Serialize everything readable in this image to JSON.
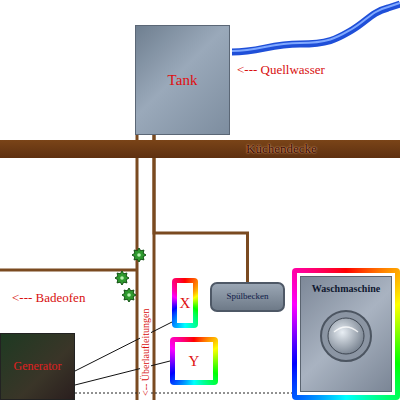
{
  "diagram": {
    "nodes": [
      {
        "text": [
          "Tank"
        ]
      },
      {
        "text": [
          "Küchendecke"
        ]
      },
      {
        "text": [
          "X"
        ]
      },
      {
        "text": [
          "Spülbecken"
        ]
      },
      {
        "text": [
          "Waschmaschine"
        ]
      },
      {
        "text": [
          "Y"
        ]
      },
      {
        "text": [
          "Generator"
        ]
      }
    ],
    "edges": [
      {
        "from": 0,
        "to": 3,
        "arrow": "none"
      },
      {
        "from": 6,
        "to": 2,
        "arrow": "none"
      },
      {
        "from": 6,
        "to": 5,
        "arrow": "none"
      }
    ],
    "labels": [
      "<--- Quellwasser",
      "<--- Badeofen",
      "<-- Überlaufleitungen"
    ]
  }
}
